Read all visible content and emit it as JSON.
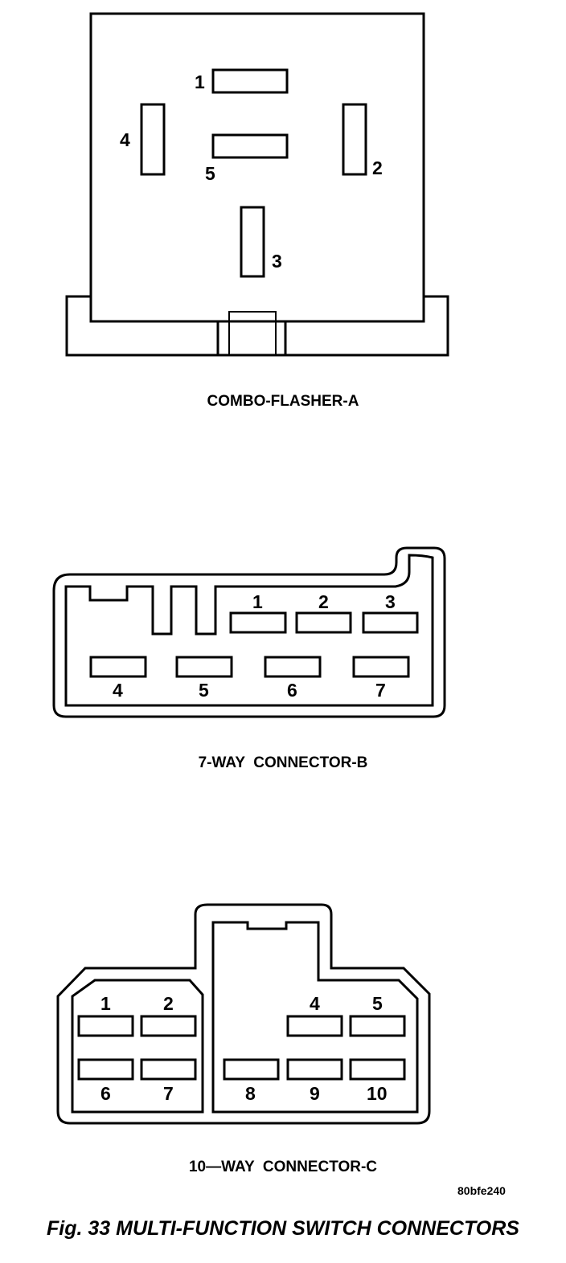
{
  "connector_a": {
    "caption": "COMBO-FLASHER-A",
    "pins": [
      "1",
      "2",
      "3",
      "4",
      "5"
    ]
  },
  "connector_b": {
    "caption": "7-WAY  CONNECTOR-B",
    "pins": [
      "1",
      "2",
      "3",
      "4",
      "5",
      "6",
      "7"
    ]
  },
  "connector_c": {
    "caption": "10—WAY  CONNECTOR-C",
    "pins": [
      "1",
      "2",
      "4",
      "5",
      "6",
      "7",
      "8",
      "9",
      "10"
    ]
  },
  "image_code": "80bfe240",
  "figure_title": "Fig. 33 MULTI-FUNCTION SWITCH CONNECTORS"
}
